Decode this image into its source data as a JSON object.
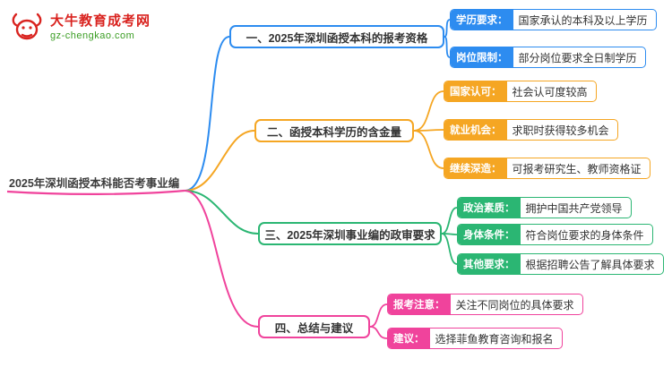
{
  "logo": {
    "title": "大牛教育成考网",
    "subtitle": "gz-chengkao.com"
  },
  "root": {
    "label": "2025年深圳函授本科能否考事业编",
    "underline_color": "#f0439c"
  },
  "branches": [
    {
      "label": "一、2025年深圳函授本科的报考资格",
      "color": "#2d8cf0",
      "children": [
        {
          "prefix": "学历要求：",
          "text": "国家承认的本科及以上学历"
        },
        {
          "prefix": "岗位限制：",
          "text": "部分岗位要求全日制学历"
        }
      ]
    },
    {
      "label": "二、函授本科学历的含金量",
      "color": "#f5a623",
      "children": [
        {
          "prefix": "国家认可：",
          "text": "社会认可度较高"
        },
        {
          "prefix": "就业机会：",
          "text": "求职时获得较多机会"
        },
        {
          "prefix": "继续深造：",
          "text": "可报考研究生、教师资格证"
        }
      ]
    },
    {
      "label": "三、2025年深圳事业编的政审要求",
      "color": "#2bb673",
      "children": [
        {
          "prefix": "政治素质：",
          "text": "拥护中国共产党领导"
        },
        {
          "prefix": "身体条件：",
          "text": "符合岗位要求的身体条件"
        },
        {
          "prefix": "其他要求：",
          "text": "根据招聘公告了解具体要求"
        }
      ]
    },
    {
      "label": "四、总结与建议",
      "color": "#f0439c",
      "children": [
        {
          "prefix": "报考注意：",
          "text": "关注不同岗位的具体要求"
        },
        {
          "prefix": "建议：",
          "text": "选择菲鱼教育咨询和报名"
        }
      ]
    }
  ]
}
